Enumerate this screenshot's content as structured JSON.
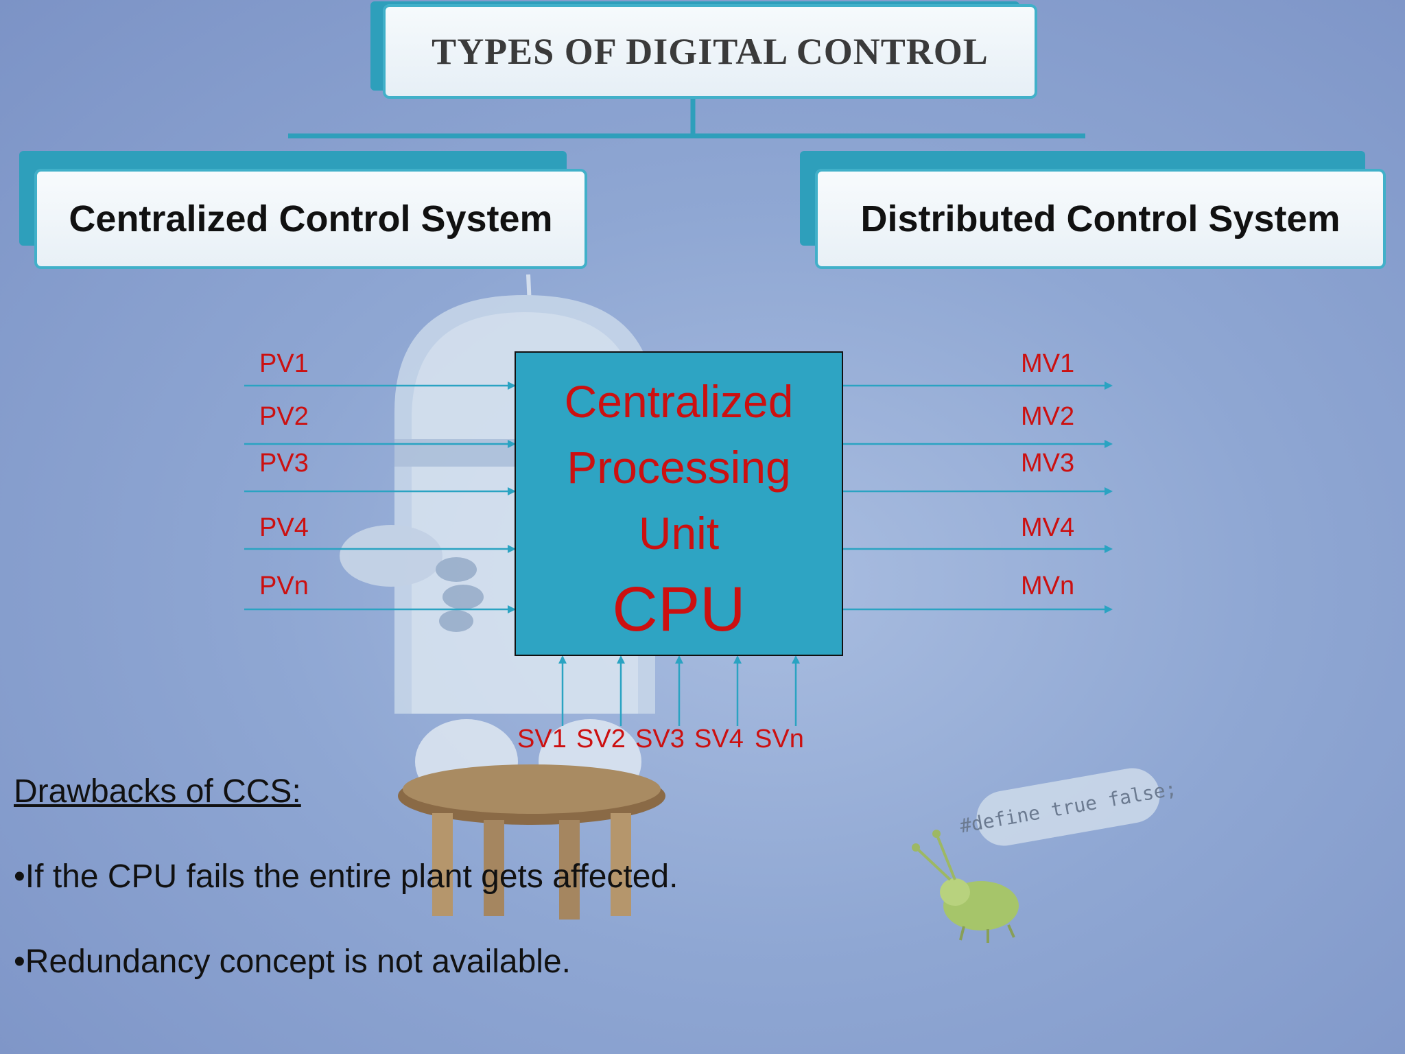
{
  "slide": {
    "title": "TYPES OF DIGITAL CONTROL",
    "left_system": "Centralized Control System",
    "right_system": "Distributed Control System"
  },
  "cpu": {
    "line1": "Centralized",
    "line2": "Processing",
    "line3": "Unit",
    "line4": "CPU"
  },
  "inputs": [
    "PV1",
    "PV2",
    "PV3",
    "PV4",
    "PVn"
  ],
  "outputs": [
    "MV1",
    "MV2",
    "MV3",
    "MV4",
    "MVn"
  ],
  "setpoints": [
    "SV1",
    "SV2",
    "SV3",
    "SV4",
    "SVn"
  ],
  "drawbacks": {
    "heading": "Drawbacks of CCS:",
    "items": [
      "•If the CPU fails the entire plant gets affected.",
      "•Redundancy concept is not available."
    ]
  },
  "background": {
    "bubble_text": "#define true false;"
  },
  "colors": {
    "accent": "#2ea4c3",
    "label_red": "#cc1010",
    "arrow": "#2aa3c2"
  }
}
